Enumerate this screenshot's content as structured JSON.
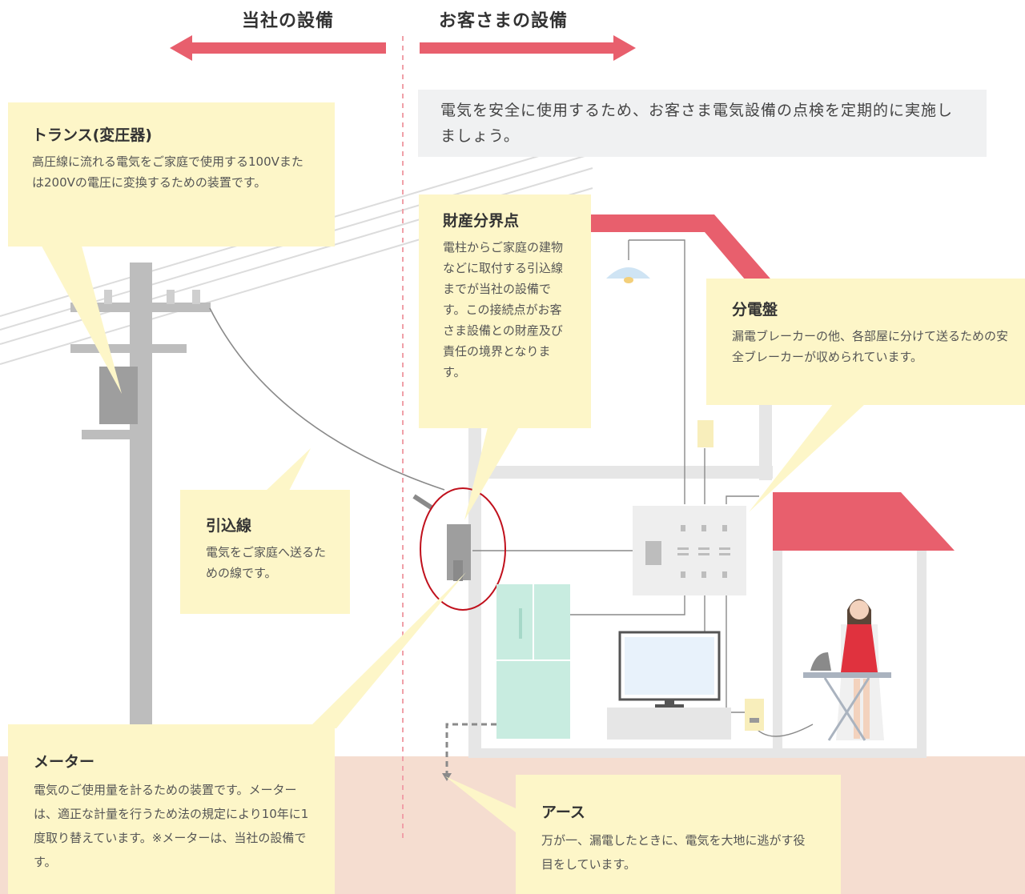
{
  "header": {
    "company_side": "当社の設備",
    "customer_side": "お客さまの設備"
  },
  "notice": "電気を安全に使用するため、お客さま電気設備の点検を定期的に実施しましょう。",
  "boxes": {
    "trans": {
      "title": "トランス(変圧器)",
      "desc": "高圧線に流れる電気をご家庭で使用する100Vまたは200Vの電圧に変換するための装置です。"
    },
    "boundary": {
      "title": "財産分界点",
      "desc": "電柱からご家庭の建物などに取付する引込線までが当社の設備です。この接続点がお客さま設備との財産及び責任の境界となります。"
    },
    "panel": {
      "title": "分電盤",
      "desc": "漏電ブレーカーの他、各部屋に分けて送るための安全ブレーカーが収められています。"
    },
    "service_line": {
      "title": "引込線",
      "desc": "電気をご家庭へ送るための線です。"
    },
    "meter": {
      "title": "メーター",
      "desc": "電気のご使用量を計るための装置です。メーターは、適正な計量を行うため法の規定により10年に1度取り替えています。※メーターは、当社の設備です。"
    },
    "earth": {
      "title": "アース",
      "desc": "万が一、漏電したときに、電気を大地に逃がす役目をしています。"
    }
  },
  "colors": {
    "arrow": "#e85f6d",
    "roof": "#e85f6d",
    "callout": "#fdf6c8",
    "ground": "#f5ddd0",
    "pole": "#bdbdbd",
    "highlight_circle": "#c0101c",
    "fridge": "#c8ece0"
  }
}
